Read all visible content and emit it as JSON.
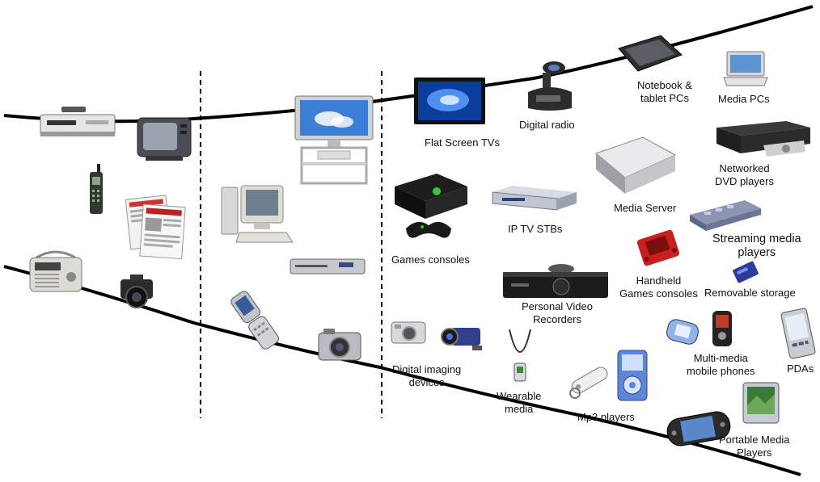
{
  "labels": {
    "flat_screen_tvs": "Flat Screen TVs",
    "digital_radio": "Digital radio",
    "notebook_line1": "Notebook &",
    "notebook_line2": "tablet PCs",
    "media_pcs": "Media PCs",
    "networked_line1": "Networked",
    "networked_line2": "DVD players",
    "media_server": "Media Server",
    "ip_tv_stbs": "IP TV STBs",
    "games_consoles": "Games consoles",
    "streaming_line1": "Streaming media",
    "streaming_line2": "players",
    "handheld_line1": "Handheld",
    "handheld_line2": "Games consoles",
    "removable_storage": "Removable storage",
    "pvr_line1": "Personal Video",
    "pvr_line2": "Recorders",
    "imaging_line1": "Digital imaging",
    "imaging_line2": "devices",
    "wearable_line1": "Wearable",
    "wearable_line2": "media",
    "mp3_players": "Mp3 players",
    "mobile_line1": "Multi-media",
    "mobile_line2": "mobile phones",
    "pdas": "PDAs",
    "pmp_line1": "Portable Media",
    "pmp_line2": "Players"
  }
}
